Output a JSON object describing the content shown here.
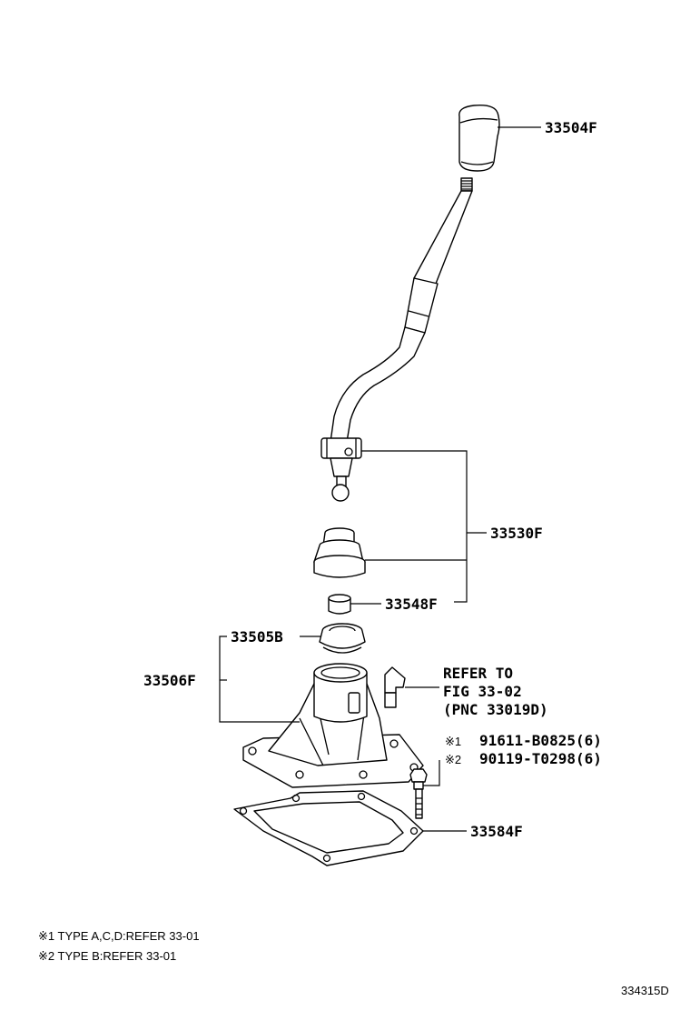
{
  "parts": {
    "knob": "33504F",
    "lever_assy": "33530F",
    "bushing": "33548F",
    "seat": "33505B",
    "retainer": "33506F",
    "gasket": "33584F"
  },
  "refer": {
    "line1": "REFER TO",
    "line2": "FIG 33-02",
    "line3": "(PNC 33019D)"
  },
  "bolts": {
    "mark1": "※1",
    "part1": "91611-B0825(6)",
    "mark2": "※2",
    "part2": "90119-T0298(6)"
  },
  "notes": {
    "note1": "※1 TYPE A,C,D:REFER 33-01",
    "note2": "※2 TYPE B:REFER 33-01"
  },
  "figure_id": "334315D"
}
